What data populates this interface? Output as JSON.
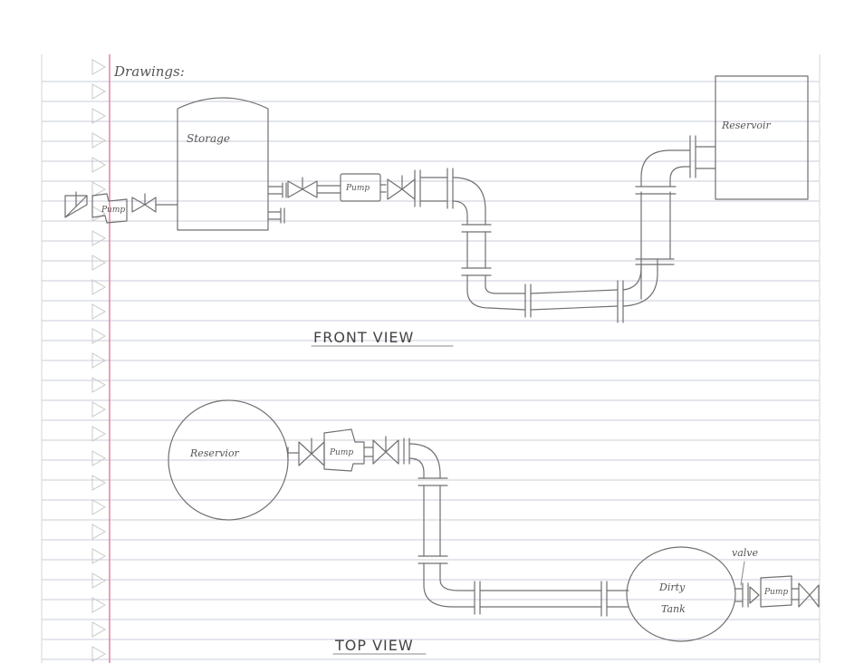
{
  "heading": "Drawings:",
  "front_view": {
    "title": "FRONT VIEW",
    "storage_label": "Storage",
    "pump_left_label": "Pump",
    "pump_main_label": "Pump",
    "reservoir_label": "Reservoir"
  },
  "top_view": {
    "title": "TOP VIEW",
    "reservoir_label": "Reservior",
    "pump_main_label": "Pump",
    "dirty_tank_label_line1": "Dirty",
    "dirty_tank_label_line2": "Tank",
    "valve_label": "valve",
    "pump_right_label": "Pump"
  },
  "colors": {
    "paper": "#ffffff",
    "rule_line": "#c9ced8",
    "margin_line": "#e58aa6",
    "pencil": "#707070"
  }
}
